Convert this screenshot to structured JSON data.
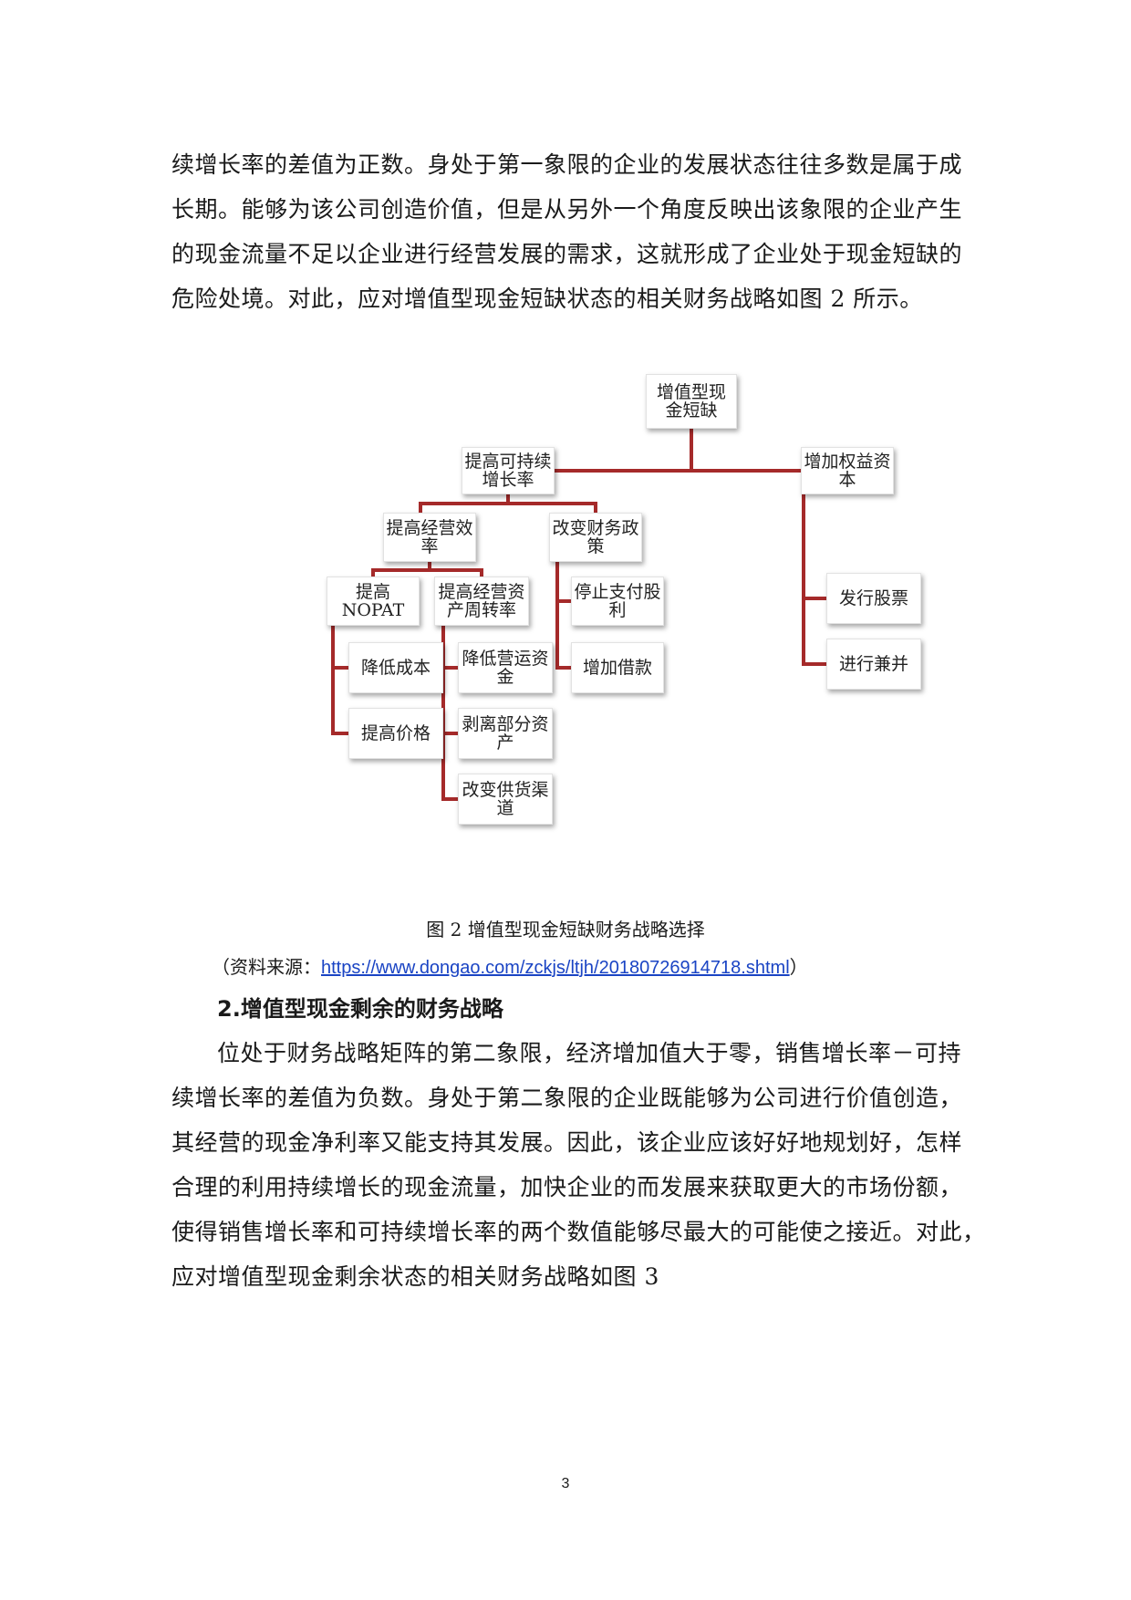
{
  "para1": {
    "lines": [
      "续增长率的差值为正数。身处于第一象限的企业的发展状态往往多数是属于成",
      "长期。能够为该公司创造价值，但是从另外一个角度反映出该象限的企业产生",
      "的现金流量不足以企业进行经营发展的需求，这就形成了企业处于现金短缺的",
      "危险处境。对此，应对增值型现金短缺状态的相关财务战略如图 2 所示。"
    ]
  },
  "diagram": {
    "root": "增值型现金短缺",
    "l1_left": "提高可持续增长率",
    "l1_right": "增加权益资本",
    "l2_ops": "提高经营效率",
    "l2_fin": "改变财务政策",
    "nopat": "提高 NOPAT",
    "turnover": "提高经营资产周转率",
    "cut_cost": "降低成本",
    "raise_price": "提高价格",
    "reduce_wc": "降低营运资金",
    "divest": "剥离部分资产",
    "supply": "改变供货渠道",
    "stop_div": "停止支付股利",
    "borrow": "增加借款",
    "issue": "发行股票",
    "merge": "进行兼并",
    "line_color": "#a52a2a"
  },
  "caption": "图 2  增值型现金短缺财务战略选择",
  "source": {
    "prefix": "（资料来源：",
    "url": "https://www.dongao.com/zckjs/ltjh/20180726914718.shtml",
    "suffix": "）"
  },
  "heading": "2.增值型现金剩余的财务战略",
  "para2": {
    "lines": [
      "位处于财务战略矩阵的第二象限，经济增加值大于零，销售增长率－可持",
      "续增长率的差值为负数。身处于第二象限的企业既能够为公司进行价值创造，",
      "其经营的现金净利率又能支持其发展。因此，该企业应该好好地规划好，怎样",
      "合理的利用持续增长的现金流量，加快企业的而发展来获取更大的市场份额，",
      "使得销售增长率和可持续增长率的两个数值能够尽最大的可能使之接近。对此，",
      "应对增值型现金剩余状态的相关财务战略如图 3"
    ]
  },
  "page_number": "3"
}
